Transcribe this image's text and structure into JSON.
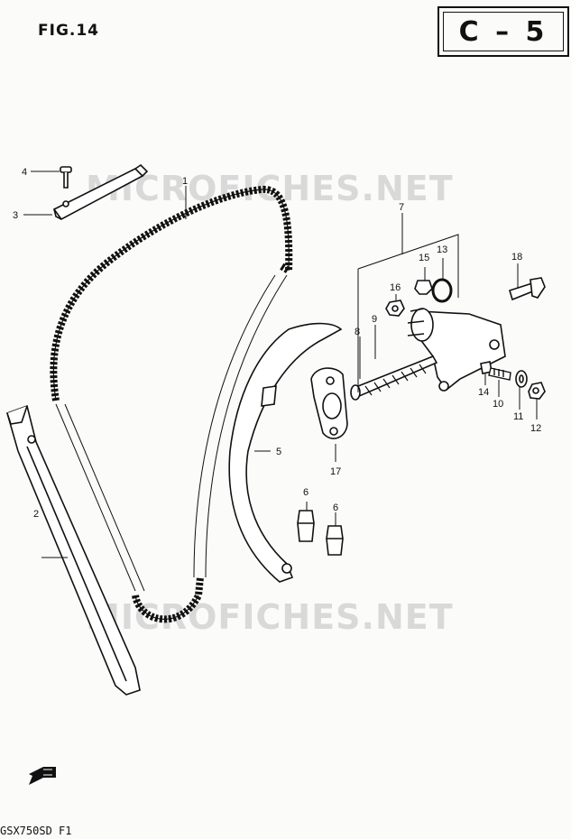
{
  "header": {
    "figure_label": "FIG.14",
    "section_code": "C – 5"
  },
  "footer": {
    "model_code": "GSX750SD F1"
  },
  "watermark": {
    "text": "MICROFICHES.NET"
  },
  "parts": {
    "chain": "1",
    "guide_rear": "2",
    "guide_top": "3",
    "screw_top": "4",
    "guide_front": "5",
    "pin_left": "6",
    "pin_right": "6",
    "tensioner_assy": "7",
    "push_rod": "8",
    "spring": "9",
    "bolt": "10",
    "washer": "11",
    "nut": "12",
    "o_ring": "13",
    "stopper": "14",
    "cap_nut": "15",
    "nut_small": "16",
    "gasket": "17",
    "bolt_18": "18"
  },
  "colors": {
    "ink": "#111111",
    "paper": "#fbfbfa",
    "watermark": "#d9d9d9"
  },
  "icons": {
    "forward_arrow": "fwd-arrow-icon"
  }
}
